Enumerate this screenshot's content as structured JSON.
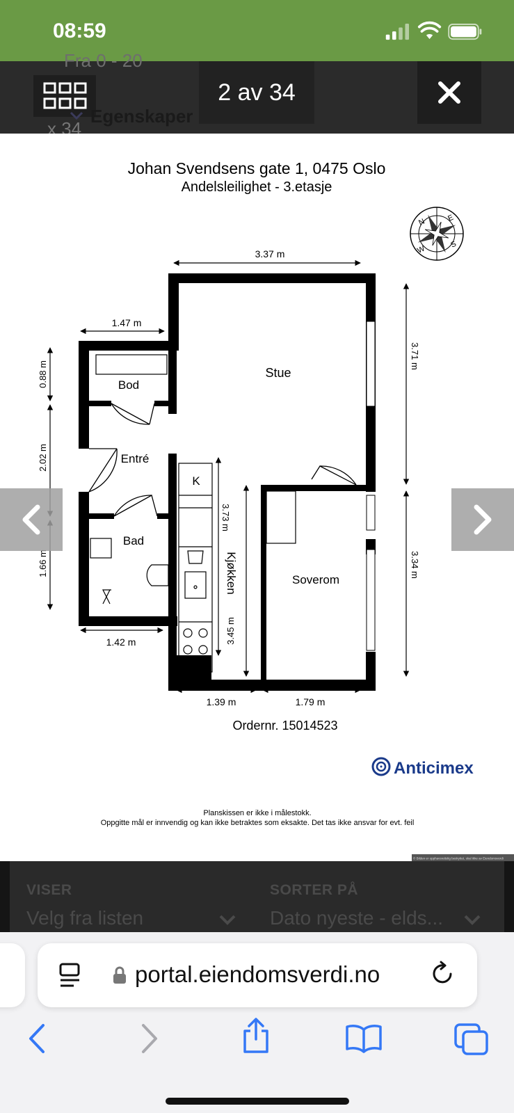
{
  "status_bar": {
    "time": "08:59"
  },
  "viewer": {
    "counter": "2 av 34",
    "background_ghost": {
      "top_text": "Fra 0 - 20",
      "count_text": "x 34",
      "section_title": "Egenskaper"
    }
  },
  "floorplan": {
    "address": "Johan Svendsens gate 1, 0475 Oslo",
    "subtitle": "Andelsleilighet  - 3.etasje",
    "rooms": {
      "stue": "Stue",
      "bod": "Bod",
      "entre": "Entré",
      "bad": "Bad",
      "kjokken": "Kjøkken",
      "soverom": "Soverom",
      "k": "K"
    },
    "dimensions": {
      "top_width": "3.37 m",
      "bod_width": "1.47 m",
      "bod_height": "0.88 m",
      "entre_height": "2.02 m",
      "bad_height": "1.66 m",
      "bad_width": "1.42 m",
      "kitchen_upper": "3.73 m",
      "kitchen_lower": "3.45 m",
      "stue_height": "3.71 m",
      "soverom_height": "3.34 m",
      "bottom_left": "1.39 m",
      "bottom_right": "1.79 m"
    },
    "compass": {
      "n": "N",
      "e": "E",
      "s": "S",
      "w": "W"
    },
    "order_number": "Ordernr. 15014523",
    "brand": "Anticimex",
    "disclaimer_line1": "Planskissen er ikke i målestokk.",
    "disclaimer_line2": "Oppgitte mål er innvendig og kan ikke betraktes som eksakte. Det tas ikke ansvar for evt. feil",
    "copyright": "© Bilden er opphavsrettslig beskyttet, skal ikke av Eiendomsverdi"
  },
  "filters": {
    "viser_label": "VISER",
    "viser_value": "Velg fra listen",
    "sorter_label": "SORTER PÅ",
    "sorter_value": "Dato   nyeste - elds..."
  },
  "browser": {
    "url": "portal.eiendomsverdi.no"
  },
  "colors": {
    "status_green": "#6a9a45",
    "brand_blue": "#1a3a8a",
    "safari_blue": "#3478f6"
  }
}
